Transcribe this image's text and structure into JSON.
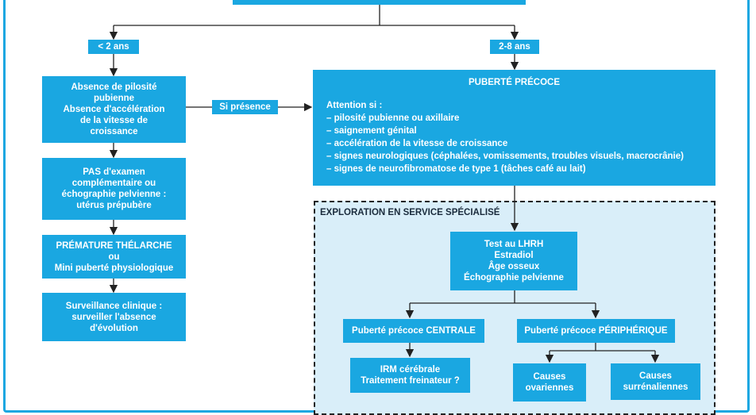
{
  "top_box": {
    "text": ""
  },
  "branches": {
    "under2": "< 2 ans",
    "age2to8": "2-8 ans"
  },
  "presence_label": "Si présence",
  "left_column": {
    "box1": [
      "Absence de pilosité",
      "pubienne",
      "Absence d'accélération",
      "de la vitesse de",
      "croissance"
    ],
    "box2": [
      "PAS d'examen",
      "complémentaire ou",
      "échographie pelvienne :",
      "utérus prépubère"
    ],
    "box3": [
      "PRÉMATURE THÉLARCHE",
      "ou",
      "Mini puberté physiologique"
    ],
    "box4": [
      "Surveillance clinique :",
      "surveiller l'absence",
      "d'évolution"
    ]
  },
  "puberty_box": {
    "title": "PUBERTÉ PRÉCOCE",
    "intro": "Attention si :",
    "items": [
      "– pilosité pubienne ou axillaire",
      "– saignement génital",
      "– accélération de la vitesse de croissance",
      "– signes neurologiques (céphalées, vomissements, troubles visuels, macrocrânie)",
      "– signes de neurofibromatose de type 1 (tâches café au lait)"
    ]
  },
  "exploration": {
    "title": "EXPLORATION EN SERVICE SPÉCIALISÉ",
    "tests": [
      "Test au LHRH",
      "Estradiol",
      "Âge osseux",
      "Échographie pelvienne"
    ],
    "central": "Puberté précoce CENTRALE",
    "peripheral": "Puberté précoce PÉRIPHÉRIQUE",
    "central_next": [
      "IRM cérébrale",
      "Traitement freinateur ?"
    ],
    "ovarian": [
      "Causes",
      "ovariennes"
    ],
    "adrenal": [
      "Causes",
      "surrénaliennes"
    ]
  },
  "colors": {
    "accent": "#1aa7e1",
    "exploration_bg": "#d9eef9",
    "line": "#222222"
  }
}
